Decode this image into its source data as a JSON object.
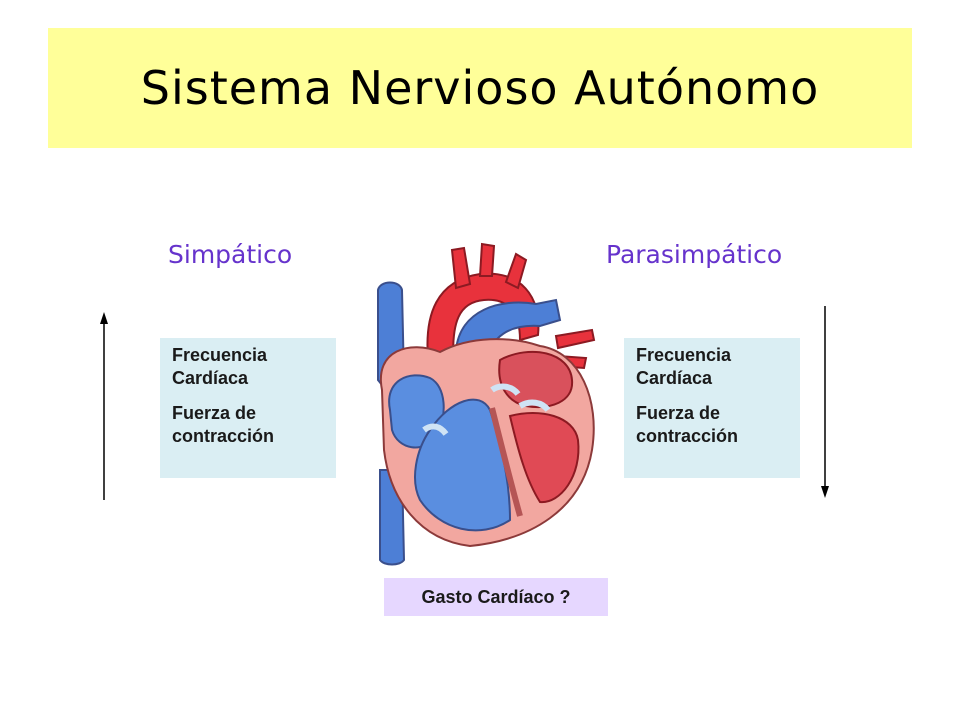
{
  "title": "Sistema Nervioso Autónomo",
  "sympathetic": {
    "heading": "Simpático",
    "line1": "Frecuencia",
    "line2": "Cardíaca",
    "line3": "Fuerza de",
    "line4": "contracción",
    "arrow_direction": "up"
  },
  "parasympathetic": {
    "heading": "Parasimpático",
    "line1": "Frecuencia",
    "line2": "Cardíaca",
    "line3": "Fuerza de",
    "line4": "contracción",
    "arrow_direction": "down"
  },
  "output": {
    "label": "Gasto Cardíaco ?"
  },
  "colors": {
    "banner": "#ffff99",
    "heading": "#6633cc",
    "info_box": "#daeef3",
    "output_box": "#e6d7ff"
  }
}
